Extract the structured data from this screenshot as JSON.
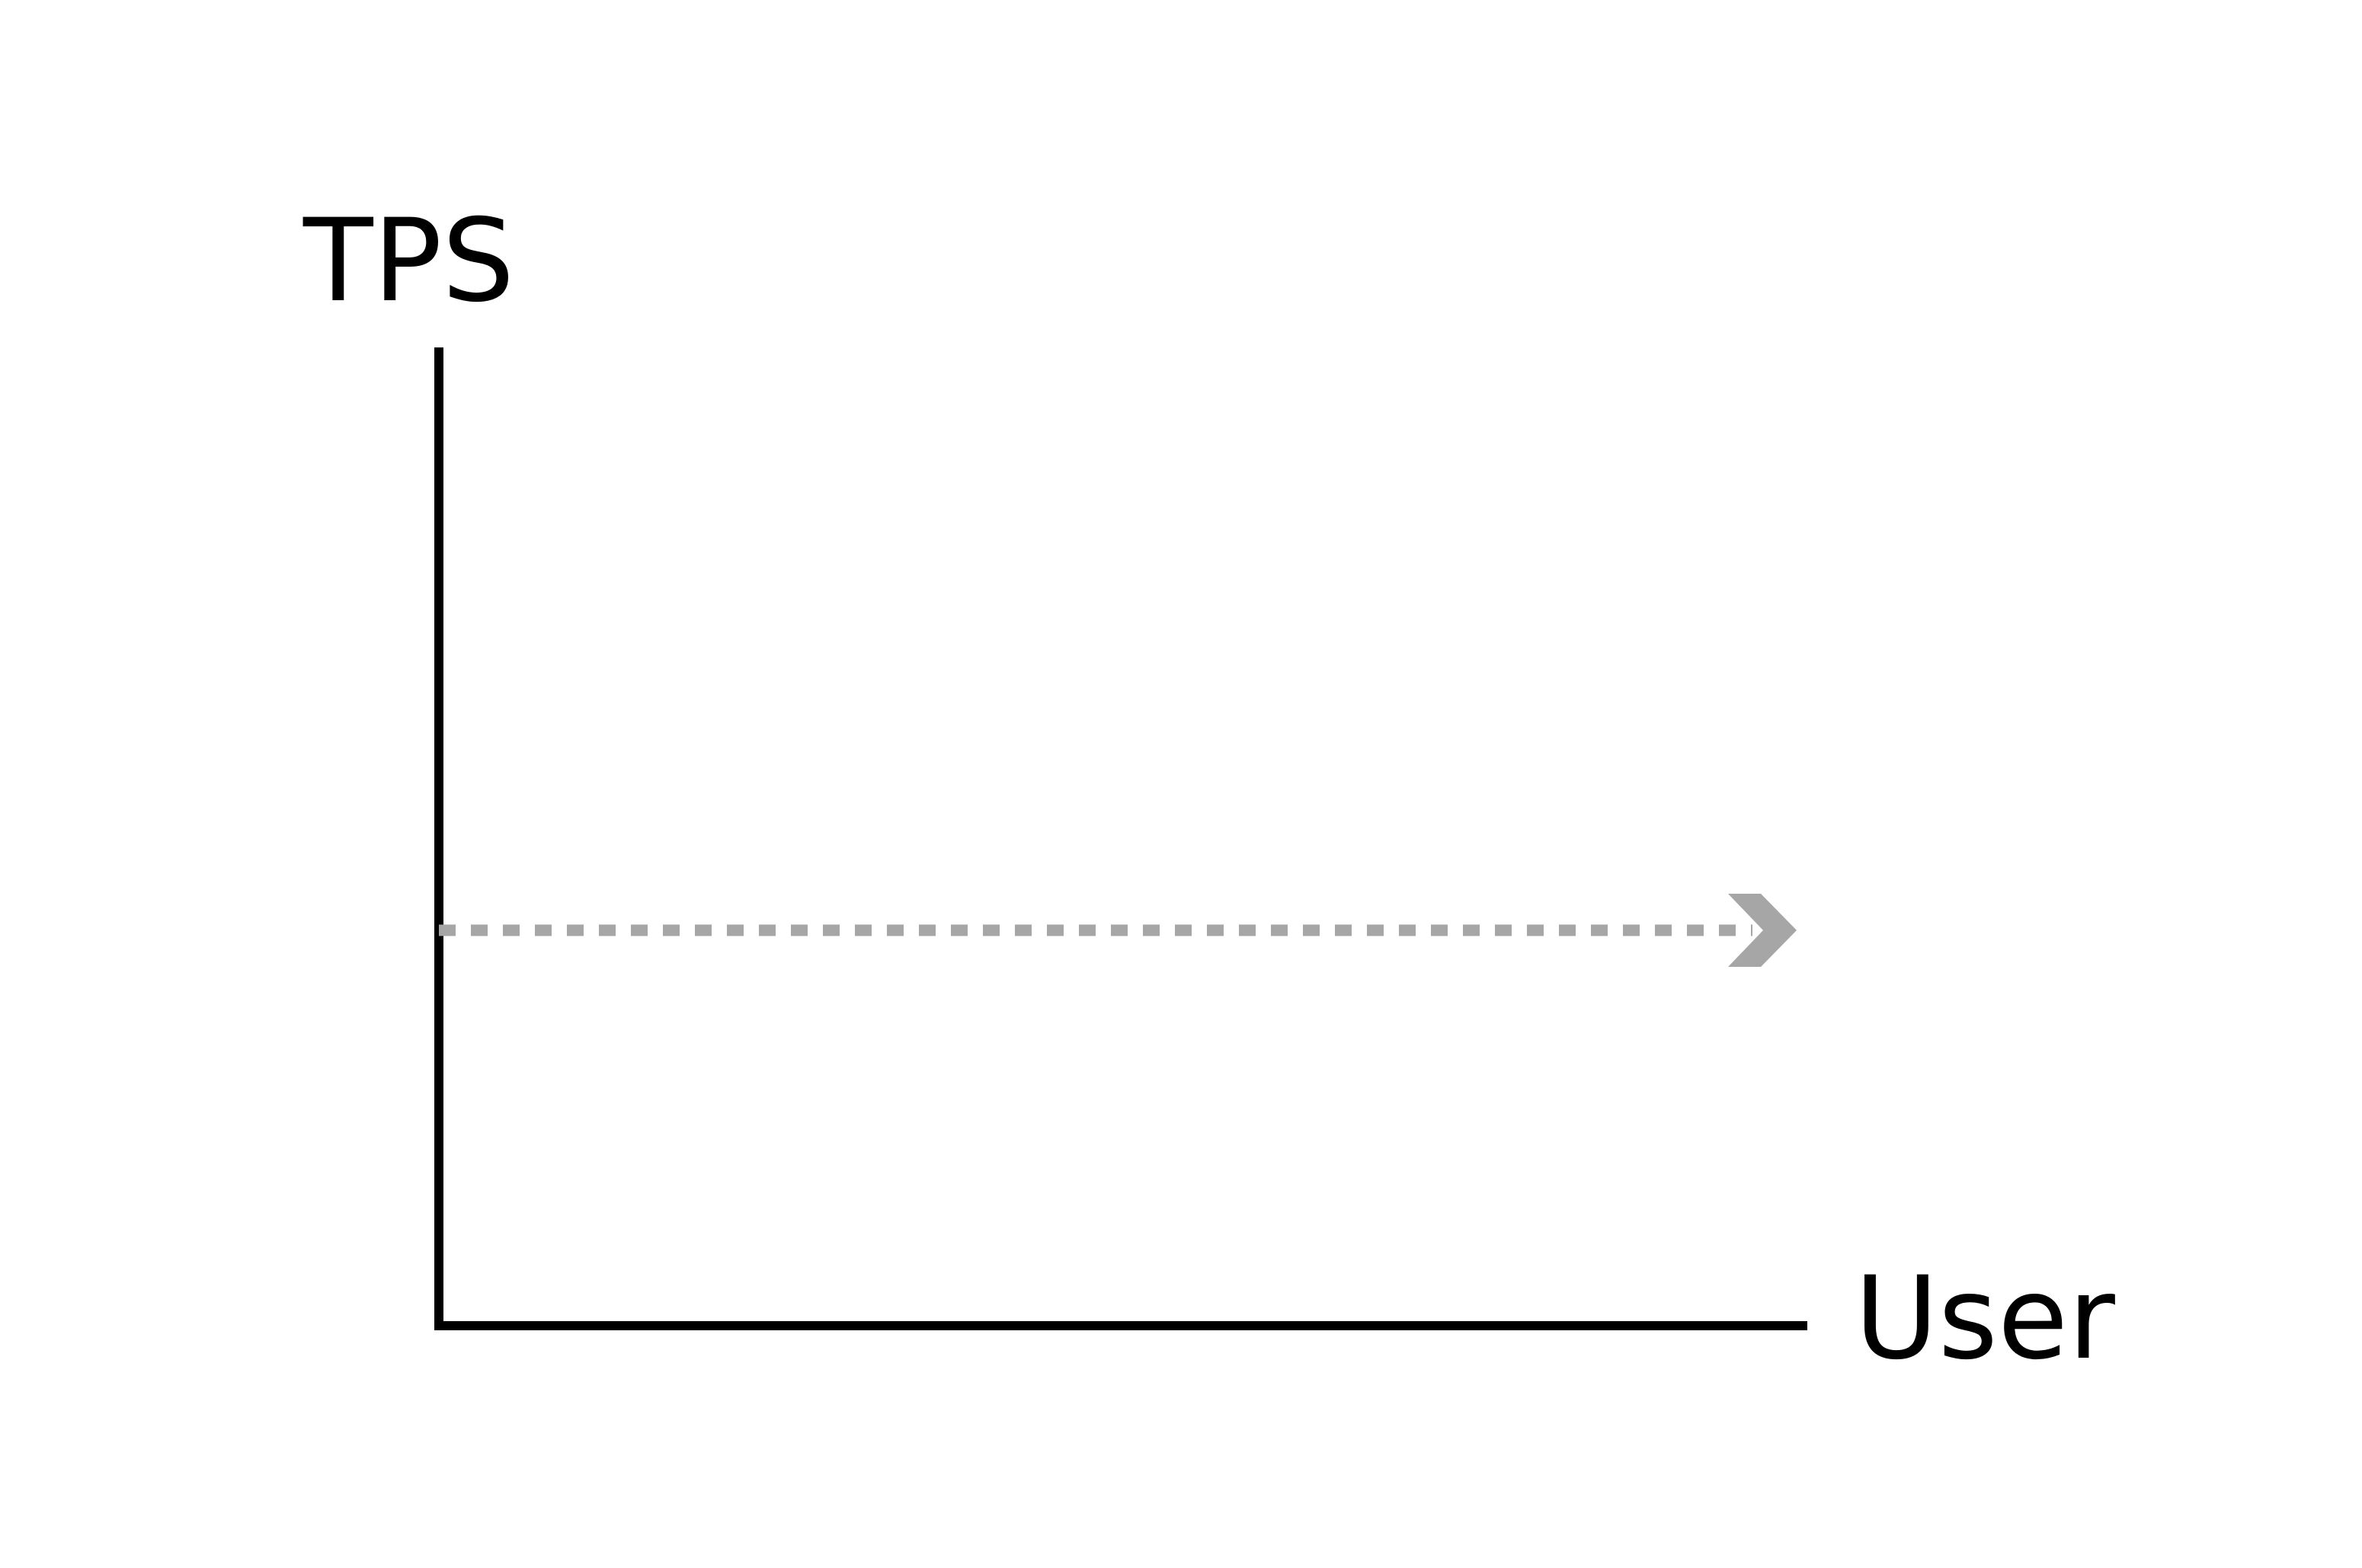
{
  "diagram": {
    "y_axis_label": "TPS",
    "x_axis_label": "User",
    "colors": {
      "axis": "#000000",
      "trend_line": "#a6a6a6",
      "background": "#ffffff"
    },
    "trend": {
      "style": "dotted",
      "direction": "horizontal",
      "arrowhead": "chevron-right"
    }
  }
}
